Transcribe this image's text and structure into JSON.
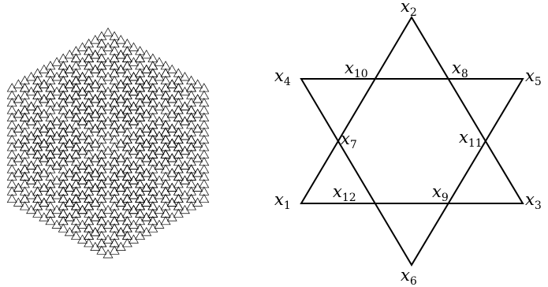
{
  "colors": {
    "ink": "#000000",
    "background": "#ffffff"
  },
  "fractal": {
    "iterations": 4
  },
  "star": {
    "labels": [
      {
        "base": "x",
        "sub": "2"
      },
      {
        "base": "x",
        "sub": "4"
      },
      {
        "base": "x",
        "sub": "10"
      },
      {
        "base": "x",
        "sub": "8"
      },
      {
        "base": "x",
        "sub": "5"
      },
      {
        "base": "x",
        "sub": "7"
      },
      {
        "base": "x",
        "sub": "11"
      },
      {
        "base": "x",
        "sub": "1"
      },
      {
        "base": "x",
        "sub": "12"
      },
      {
        "base": "x",
        "sub": "9"
      },
      {
        "base": "x",
        "sub": "3"
      },
      {
        "base": "x",
        "sub": "6"
      }
    ]
  }
}
